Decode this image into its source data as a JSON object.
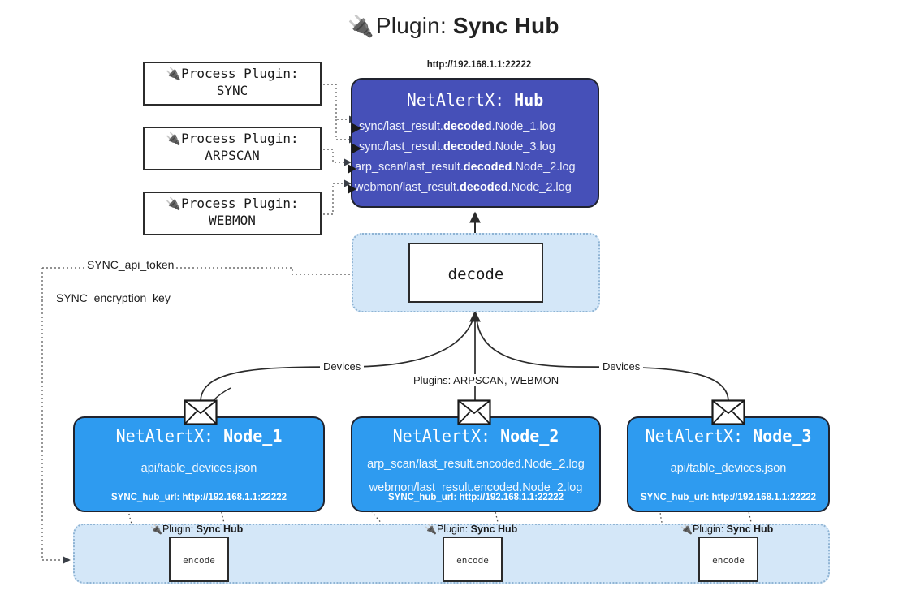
{
  "title": {
    "icon": "plug-icon",
    "prefix": "Plugin:",
    "name": "Sync Hub"
  },
  "process_plugins": [
    {
      "icon": "plug-icon",
      "line1": "Process Plugin:",
      "line2": "SYNC"
    },
    {
      "icon": "plug-icon",
      "line1": "Process Plugin:",
      "line2": "ARPSCAN"
    },
    {
      "icon": "plug-icon",
      "line1": "Process Plugin:",
      "line2": "WEBMON"
    }
  ],
  "hub": {
    "url": "http://192.168.1.1:22222",
    "title_prefix": "NetAlertX:",
    "title_name": "Hub",
    "color": "#4650b8",
    "log_lines": [
      {
        "pre": "sync/last_result.",
        "mid": "decoded",
        "post": ".Node_1.log"
      },
      {
        "pre": "sync/last_result.",
        "mid": "decoded",
        "post": ".Node_3.log"
      },
      {
        "pre": "arp_scan/last_result.",
        "mid": "decoded",
        "post": ".Node_2.log"
      },
      {
        "pre": "webmon/last_result.",
        "mid": "decoded",
        "post": ".Node_2.log"
      }
    ]
  },
  "sync_vars": {
    "api_token": "SYNC_api_token",
    "encryption_key": "SYNC_encryption_key"
  },
  "decode": {
    "label": "decode",
    "band_color": "#d4e7f8"
  },
  "edge_labels": {
    "devices_left": "Devices",
    "devices_right": "Devices",
    "plugins_mid": "Plugins: ARPSCAN, WEBMON"
  },
  "nodes": [
    {
      "title_prefix": "NetAlertX:",
      "title_name": "Node_1",
      "color": "#2e9bf0",
      "lines": [
        "api/table_devices.json"
      ],
      "hub_url": "SYNC_hub_url: http://192.168.1.1:22222",
      "envelope_icon": "envelope-icon"
    },
    {
      "title_prefix": "NetAlertX:",
      "title_name": "Node_2",
      "color": "#2e9bf0",
      "lines": [
        "arp_scan/last_result.encoded.Node_2.log",
        "webmon/last_result.encoded.Node_2.log"
      ],
      "hub_url": "SYNC_hub_url: http://192.168.1.1:22222",
      "envelope_icon": "envelope-icon"
    },
    {
      "title_prefix": "NetAlertX:",
      "title_name": "Node_3",
      "color": "#2e9bf0",
      "lines": [
        "api/table_devices.json"
      ],
      "hub_url": "SYNC_hub_url: http://192.168.1.1:22222",
      "envelope_icon": "envelope-icon"
    }
  ],
  "encoders": [
    {
      "icon": "plug-icon",
      "label_prefix": "Plugin:",
      "label_name": "Sync Hub",
      "box_label": "encode"
    },
    {
      "icon": "plug-icon",
      "label_prefix": "Plugin:",
      "label_name": "Sync Hub",
      "box_label": "encode"
    },
    {
      "icon": "plug-icon",
      "label_prefix": "Plugin:",
      "label_name": "Sync Hub",
      "box_label": "encode"
    }
  ]
}
